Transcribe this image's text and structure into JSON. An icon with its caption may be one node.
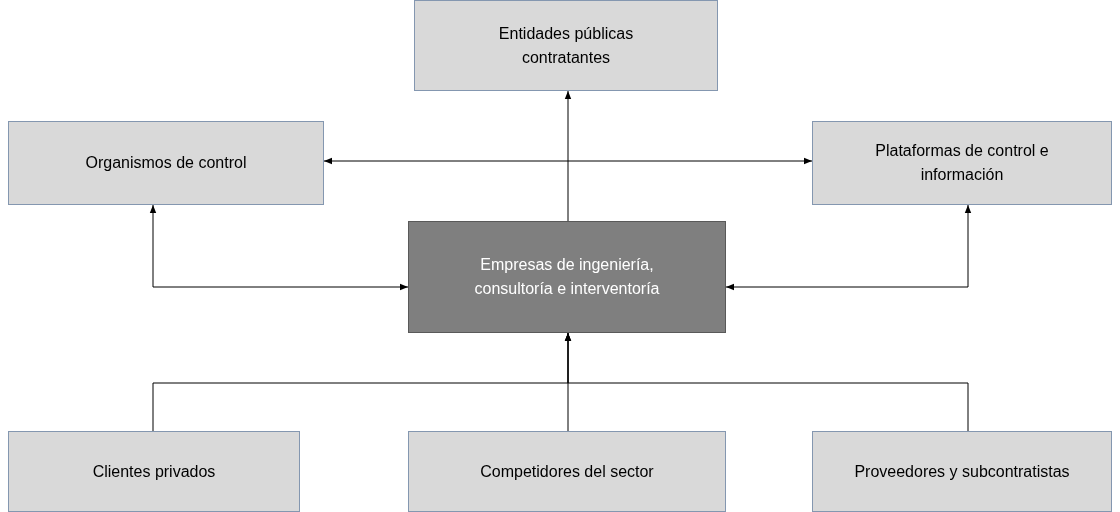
{
  "diagram": {
    "nodes": [
      {
        "text": [
          "Entidades públicas contratantes"
        ]
      },
      {
        "text": [
          "Organismos de control"
        ]
      },
      {
        "text": [
          "Plataformas de control e información"
        ]
      },
      {
        "text": [
          "Empresas de ingeniería, consultoría e interventoría"
        ]
      },
      {
        "text": [
          "Clientes privados"
        ]
      },
      {
        "text": [
          "Competidores del sector"
        ]
      },
      {
        "text": [
          "Proveedores y subcontratistas"
        ]
      }
    ],
    "edges": [
      {
        "from": 3,
        "to": 0,
        "arrow": "to"
      },
      {
        "from": 1,
        "to": 2,
        "arrow": "both"
      },
      {
        "from": 1,
        "to": 3,
        "arrow": "both"
      },
      {
        "from": 2,
        "to": 3,
        "arrow": "both"
      },
      {
        "from": 4,
        "to": 3,
        "arrow": "to"
      },
      {
        "from": 5,
        "to": 3,
        "arrow": "to"
      },
      {
        "from": 6,
        "to": 3,
        "arrow": "to"
      }
    ]
  }
}
